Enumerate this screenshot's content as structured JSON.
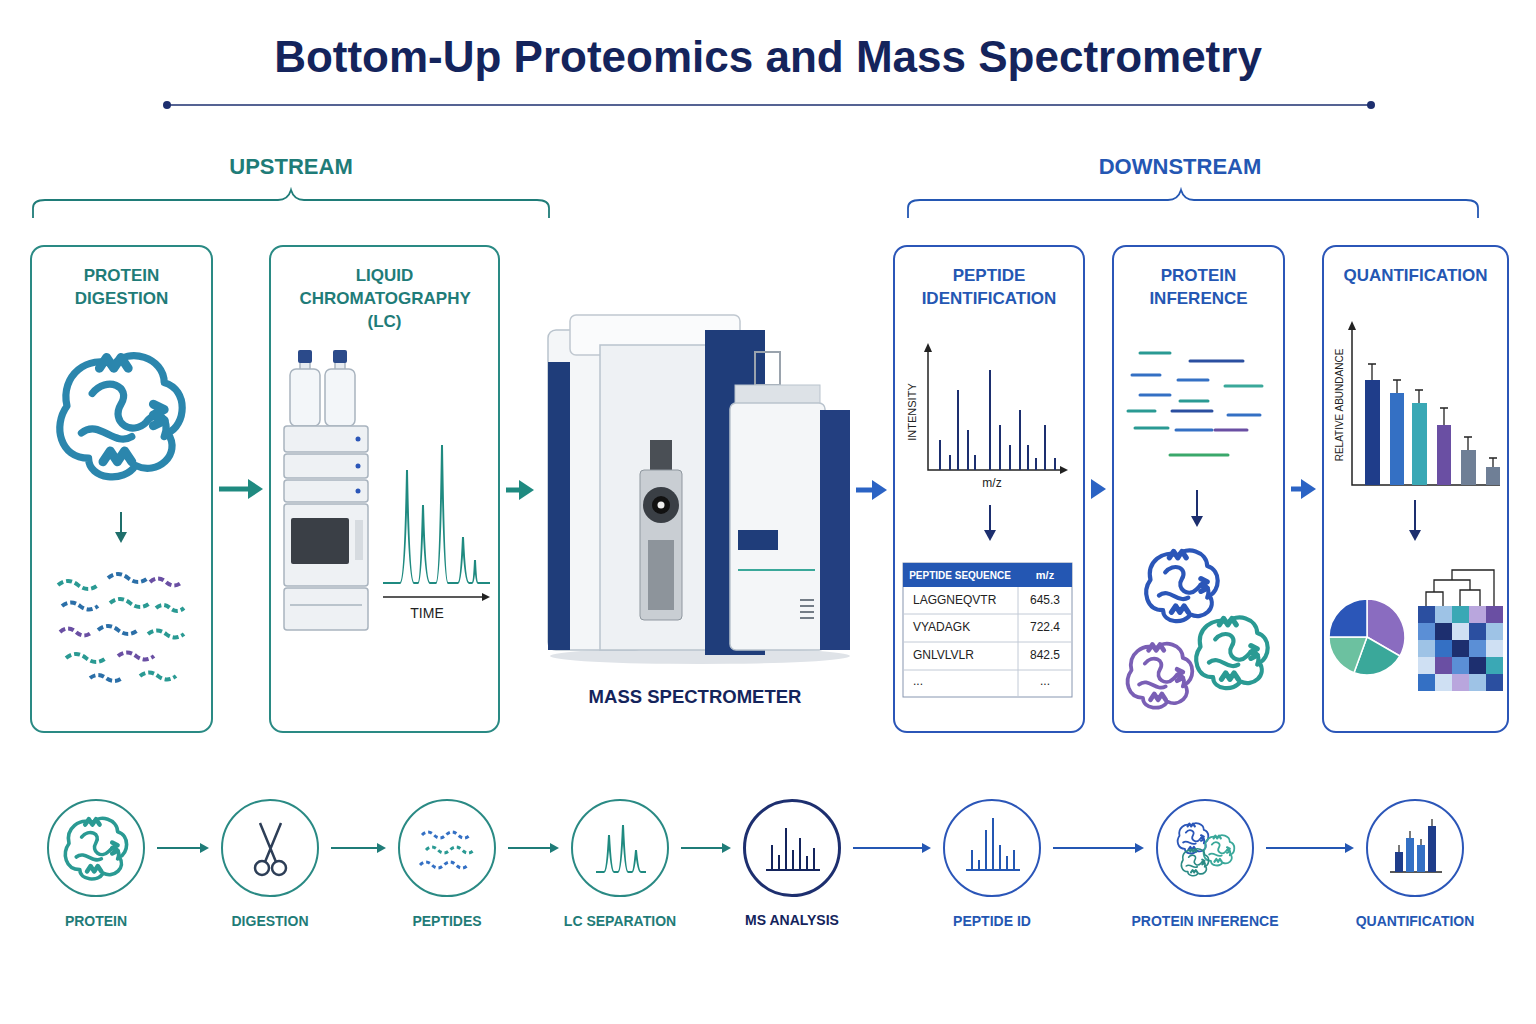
{
  "diagram": {
    "title": "Bottom-Up Proteomics and Mass Spectrometry",
    "nodes": [
      {
        "text": [
          "PROTEIN DIGESTION"
        ]
      },
      {
        "text": [
          "LIQUID CHROMATOGRAPHY (LC)"
        ]
      },
      {
        "text": [
          "MASS SPECTROMETER"
        ]
      },
      {
        "text": [
          "PEPTIDE IDENTIFICATION"
        ]
      },
      {
        "text": [
          "PROTEIN INFERENCE"
        ]
      },
      {
        "text": [
          "QUANTIFICATION"
        ]
      },
      {
        "text": [
          "PROTEIN"
        ]
      },
      {
        "text": [
          "DIGESTION"
        ]
      },
      {
        "text": [
          "PEPTIDES"
        ]
      },
      {
        "text": [
          "LC SEPARATION"
        ]
      },
      {
        "text": [
          "MS ANALYSIS"
        ]
      },
      {
        "text": [
          "PEPTIDE ID"
        ]
      },
      {
        "text": [
          "PROTEIN INFERENCE"
        ]
      },
      {
        "text": [
          "QUANTIFICATION"
        ]
      }
    ],
    "edges": [
      {
        "from": 0,
        "to": 1,
        "arrow": "to"
      },
      {
        "from": 1,
        "to": 2,
        "arrow": "to"
      },
      {
        "from": 2,
        "to": 3,
        "arrow": "to"
      },
      {
        "from": 3,
        "to": 4,
        "arrow": "to"
      },
      {
        "from": 4,
        "to": 5,
        "arrow": "to"
      },
      {
        "from": 6,
        "to": 7,
        "arrow": "to"
      },
      {
        "from": 7,
        "to": 8,
        "arrow": "to"
      },
      {
        "from": 8,
        "to": 9,
        "arrow": "to"
      },
      {
        "from": 9,
        "to": 10,
        "arrow": "to"
      },
      {
        "from": 10,
        "to": 11,
        "arrow": "to"
      },
      {
        "from": 11,
        "to": 12,
        "arrow": "to"
      },
      {
        "from": 12,
        "to": 13,
        "arrow": "to"
      }
    ],
    "labels": [
      "UPSTREAM",
      "DOWNSTREAM",
      "TIME",
      "INTENSITY",
      "m/z",
      "PEPTIDE SEQUENCE",
      "m/z",
      "LAGGNEQVTR",
      "645.3",
      "VYADAGK",
      "722.4",
      "GNLVLVLR",
      "842.5",
      "...",
      "...",
      "RELATIVE ABUNDANCE"
    ]
  }
}
